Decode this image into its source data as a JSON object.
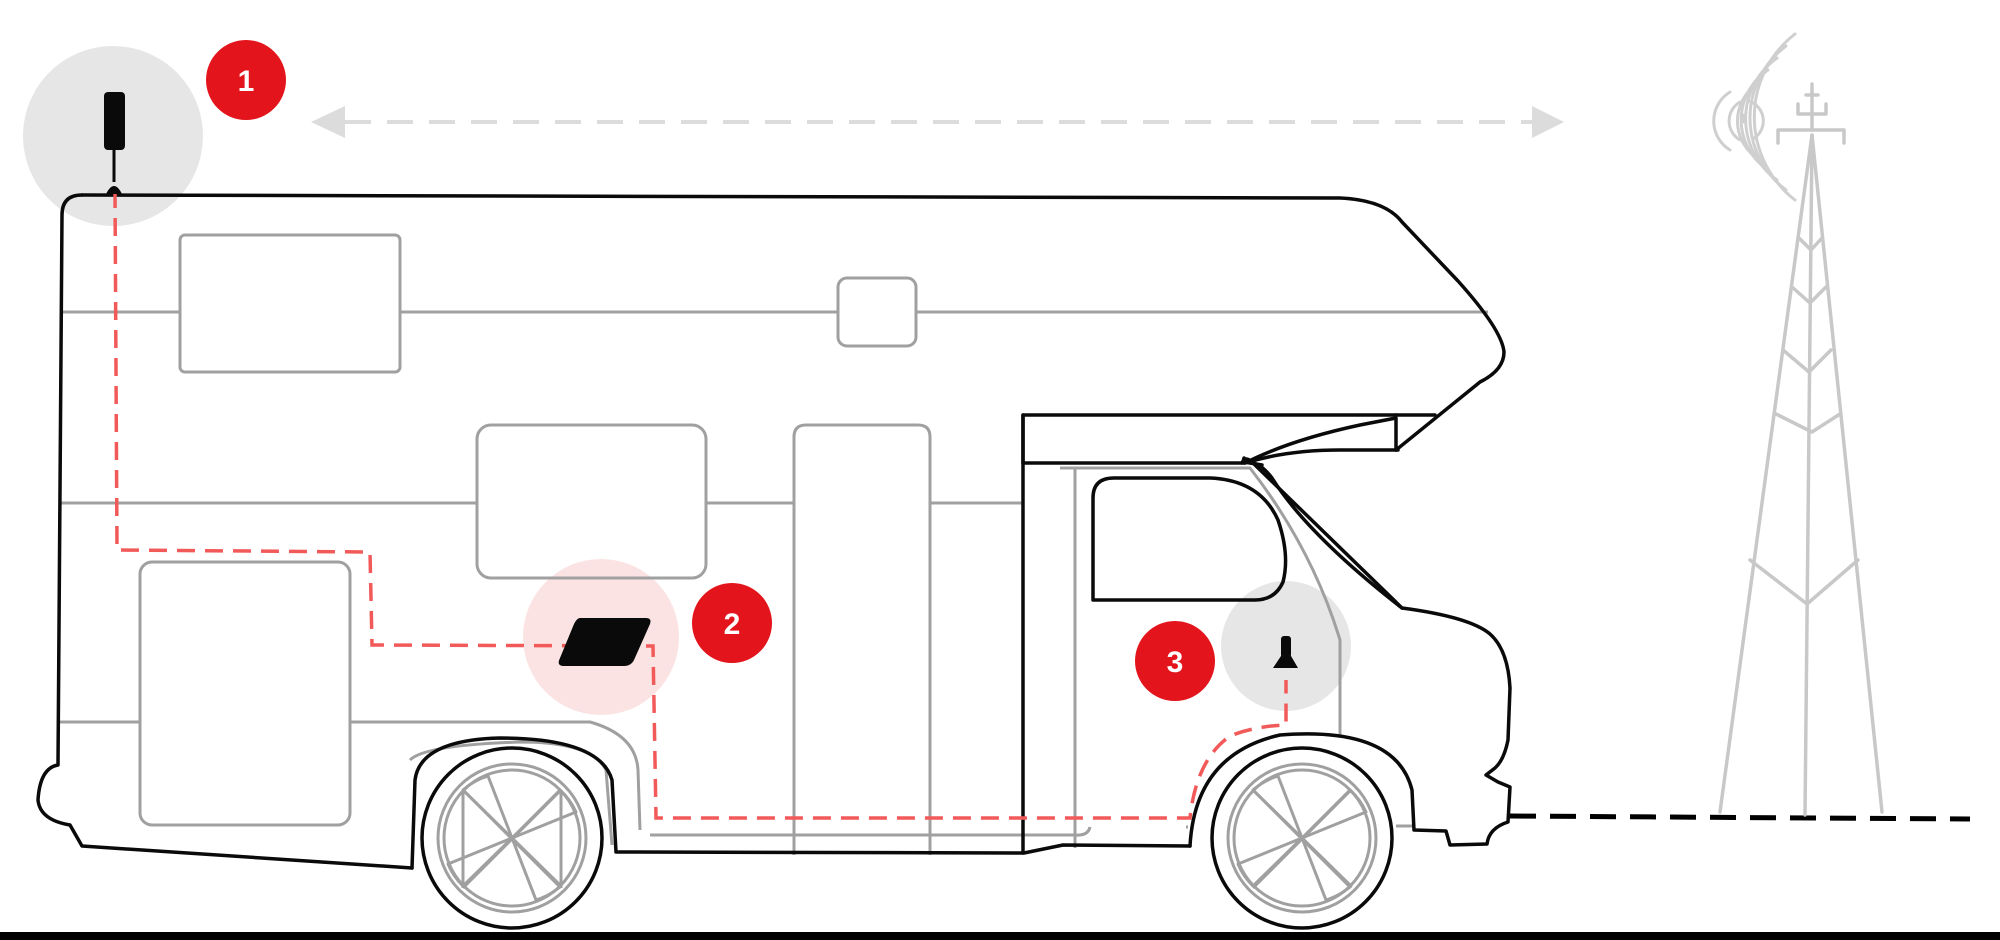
{
  "colors": {
    "background": "#ffffff",
    "accent_red": "#e3141b",
    "cable_red": "#f25a5a",
    "outline_black": "#0a0a0a",
    "outline_gray": "#a0a0a0",
    "light_gray_fill": "#e6e6e6",
    "pink_fill": "#fbe3e3",
    "signal_gray": "#c8c8c8",
    "ground": "#000000"
  },
  "badges": [
    {
      "label": "1",
      "component": "outside-antenna"
    },
    {
      "label": "2",
      "component": "booster-unit"
    },
    {
      "label": "3",
      "component": "inside-antenna"
    }
  ],
  "icons": {
    "outside_antenna": "roof-antenna-icon",
    "booster": "signal-booster-icon",
    "inside_antenna": "inside-antenna-icon",
    "tower": "cell-tower-icon",
    "signal_waves": "signal-waves-icon",
    "link_arrow": "double-arrow-icon",
    "vehicle": "motorhome-icon"
  }
}
